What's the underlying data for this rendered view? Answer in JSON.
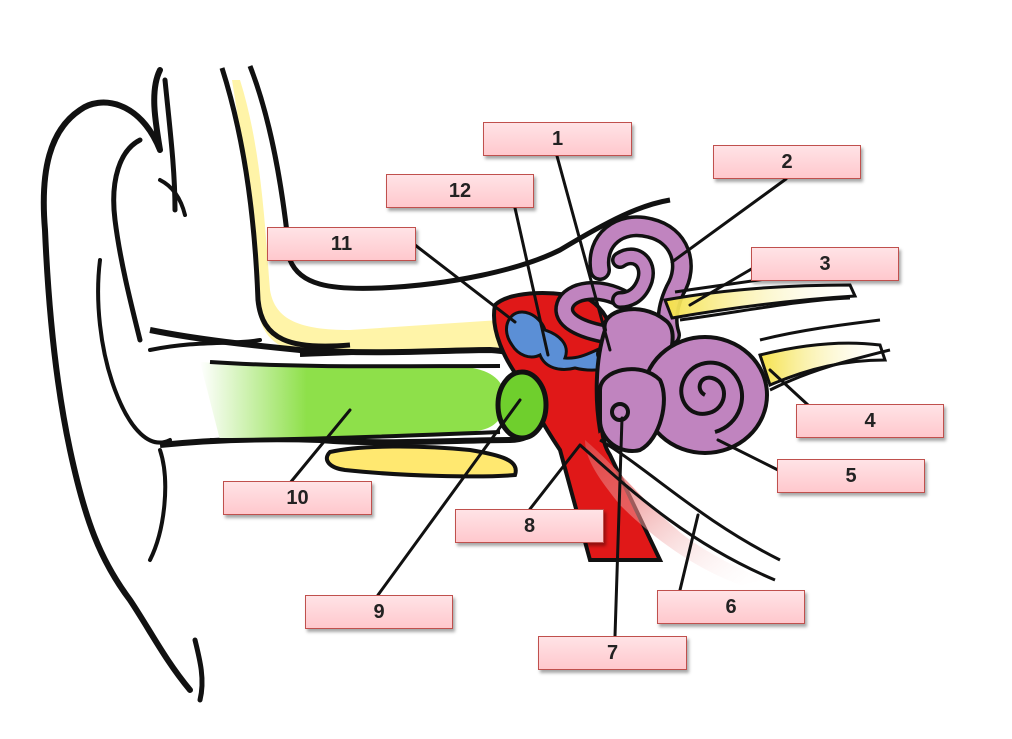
{
  "diagram": {
    "labels": [
      "1",
      "2",
      "3",
      "4",
      "5",
      "6",
      "7",
      "8",
      "9",
      "10",
      "11",
      "12"
    ]
  },
  "colors": {
    "ear_canal": "#8ee04a",
    "eardrum": "#6fcf2d",
    "middle_ear_cavity": "#e01818",
    "ossicles": "#5b8fd6",
    "inner_ear": "#c084bf",
    "nerve": "#f5e24a",
    "bone": "#fff4a8",
    "label_fill": "#ffc8cd",
    "label_border": "#c0504d"
  }
}
